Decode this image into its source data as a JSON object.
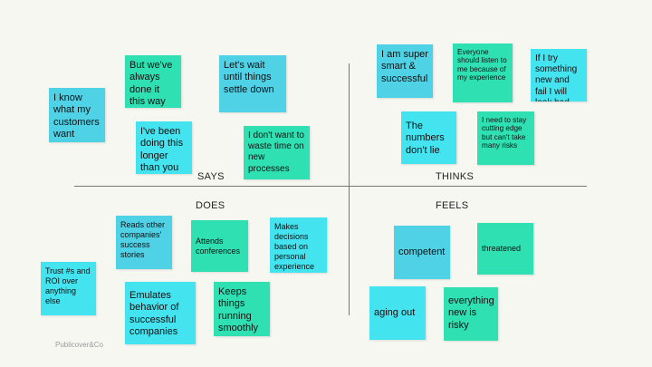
{
  "quadrants": {
    "says": "SAYS",
    "thinks": "THINKS",
    "does": "DOES",
    "feels": "FEELS"
  },
  "notes": {
    "know_customers": "I know what my customers want",
    "always_done": "But we've always done it this way",
    "wait_settle": "Let's wait until things settle down",
    "doing_longer": "I've been doing this longer than you",
    "dont_waste": "I don't want to waste time on new processes",
    "super_smart": "I am super smart & successful",
    "listen_to_me": "Everyone should listen to me because of my experience",
    "try_fail": "If I try something new and fail I will look bad",
    "numbers": "The numbers don't lie",
    "cutting_edge": "I need to stay cutting edge but can't take many risks",
    "reads_stories": "Reads other companies' success stories",
    "attends": "Attends conferences",
    "decisions": "Makes decisions based on personal experience",
    "trust_roi": "Trust #s and ROI over anything else",
    "emulates": "Emulates behavior of successful companies",
    "keeps_running": "Keeps things running smoothly",
    "competent": "competent",
    "threatened": "threatened",
    "aging_out": "aging out",
    "risky": "everything new is risky"
  },
  "footer": "Publicover&Co"
}
